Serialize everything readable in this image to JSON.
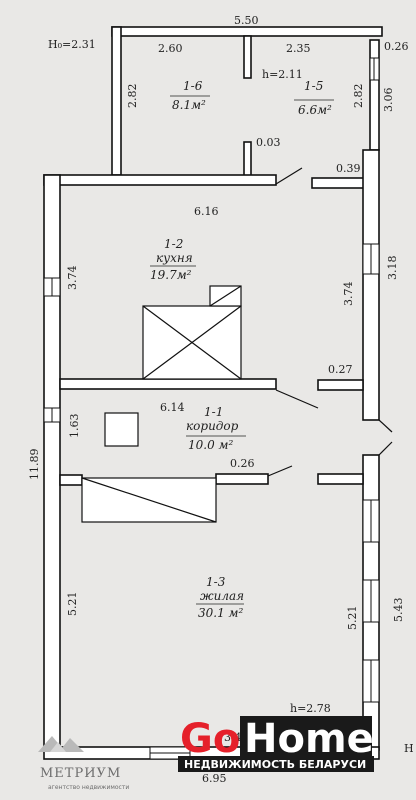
{
  "header": {
    "h0_label": "H₀=2.31"
  },
  "dimensions": {
    "top_total": "5.50",
    "top_left_2_60": "2.60",
    "top_mid_2_35": "2.35",
    "top_right_0_26": "0.26",
    "left_2_82": "2.82",
    "right_2_82": "2.82",
    "right_3_06": "3.06",
    "v_0_03": "0.03",
    "v_0_39": "0.39",
    "w_6_16": "6.16",
    "left_3_74": "3.74",
    "right_3_74": "3.74",
    "right_3_18": "3.18",
    "v_0_27": "0.27",
    "w_6_14": "6.14",
    "left_1_63": "1.63",
    "outer_11_89": "11.89",
    "v_0_26": "0.26",
    "left_5_21": "5.21",
    "right_5_21": "5.21",
    "right_5_43": "5.43",
    "bottom_6_95": "6.95",
    "bottom_partial": "3.4",
    "h_room3": "h=2.78",
    "h_rooms56": "h=2.11",
    "h_right_edge": "H"
  },
  "rooms": {
    "r16": {
      "code": "1-6",
      "area": "8.1м²"
    },
    "r15": {
      "code": "1-5",
      "area": "6.6м²"
    },
    "r12": {
      "code": "1-2",
      "name": "кухня",
      "area": "19.7м²"
    },
    "r11": {
      "code": "1-1",
      "name": "коридор",
      "area": "10.0 м²"
    },
    "r13": {
      "code": "1-3",
      "name": "жилая",
      "area": "30.1 м²"
    }
  },
  "branding": {
    "gohome_go": "Go",
    "gohome_home": "Home",
    "gohome_tagline": "НЕДВИЖИМОСТЬ БЕЛАРУСИ",
    "metrium_name": "МЕТРИУМ",
    "metrium_sub": "агентство недвижимости",
    "colors": {
      "red": "#e5202a",
      "dark": "#1a1a1a"
    }
  }
}
